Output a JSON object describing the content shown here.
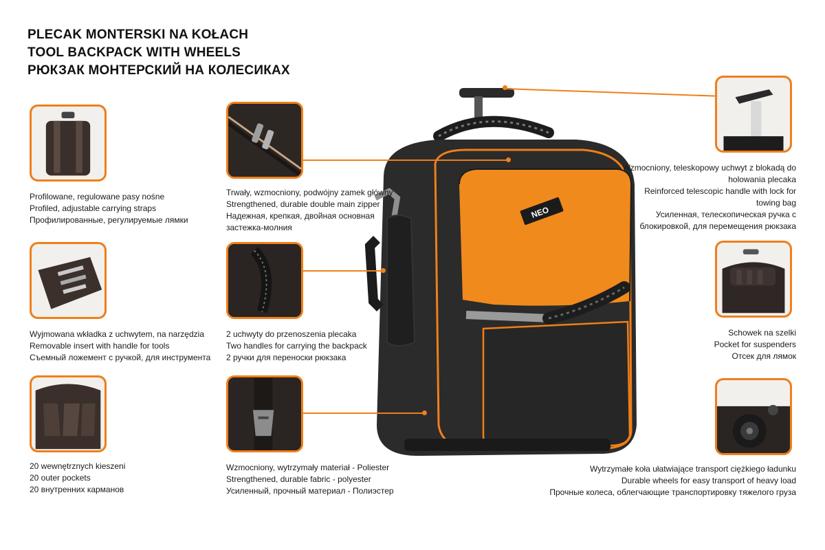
{
  "title": {
    "line1": "PLECAK MONTERSKI NA KOŁACH",
    "line2": "TOOL BACKPACK WITH WHEELS",
    "line3": "РЮКЗАК МОНТЕРСКИЙ НА КОЛЕСИКАХ"
  },
  "brand": "NEO",
  "features": {
    "straps": {
      "pl": "Profilowane, regulowane pasy nośne",
      "en": "Profiled, adjustable carrying straps",
      "ru": "Профилированные, регулируемые лямки"
    },
    "zipper": {
      "pl": "Trwały, wzmocniony, podwójny zamek główny",
      "en": "Strengthened, durable double main zipper",
      "ru1": "Надежная, крепкая, двойная основная",
      "ru2": "застежка-молния"
    },
    "handle": {
      "pl1": "Wzmocniony, teleskopowy uchwyt z blokadą do",
      "pl2": "holowania plecaka",
      "en1": "Reinforced telescopic handle with lock for",
      "en2": "towing bag",
      "ru1": "Усиленная, телескопическая ручка с",
      "ru2": "блокировкой, для перемещения рюкзака"
    },
    "insert": {
      "pl": "Wyjmowana wkładka z uchwytem, na narzędzia",
      "en": "Removable insert with handle for tools",
      "ru": "Съемный ложемент с ручкой, для инструмента"
    },
    "carry_handles": {
      "pl": "2 uchwyty do przenoszenia plecaka",
      "en": "Two handles for carrying the backpack",
      "ru": "2 ручки для переноски рюкзака"
    },
    "suspenders_pocket": {
      "pl": "Schowek na szelki",
      "en": "Pocket for suspenders",
      "ru": "Отсек для лямок"
    },
    "pockets": {
      "pl": "20 wewnętrznych kieszeni",
      "en": "20 outer pockets",
      "ru": "20 внутренних карманов"
    },
    "fabric": {
      "pl": "Wzmocniony, wytrzymały materiał - Poliester",
      "en": "Strengthened, durable fabric - polyester",
      "ru": "Усиленный, прочный материал - Полиэстер"
    },
    "wheels": {
      "pl": "Wytrzymałe koła ułatwiające transport ciężkiego ładunku",
      "en": "Durable wheels for easy transport of heavy load",
      "ru": "Прочные колеса, облегчающие транспортировку тяжелого груза"
    }
  },
  "colors": {
    "accent": "#f07f1a",
    "bag_body": "#2b2b2b",
    "bag_panel": "#f08a1c"
  },
  "icons": {
    "thumb_straps": "backpack-straps-photo",
    "thumb_zipper": "zipper-photo",
    "thumb_handle": "telescopic-handle-photo",
    "thumb_insert": "tool-insert-photo",
    "thumb_carry": "carry-handle-photo",
    "thumb_suspenders": "suspenders-pocket-photo",
    "thumb_pockets": "inner-pockets-photo",
    "thumb_fabric": "buckle-fabric-photo",
    "thumb_wheels": "wheel-photo"
  }
}
